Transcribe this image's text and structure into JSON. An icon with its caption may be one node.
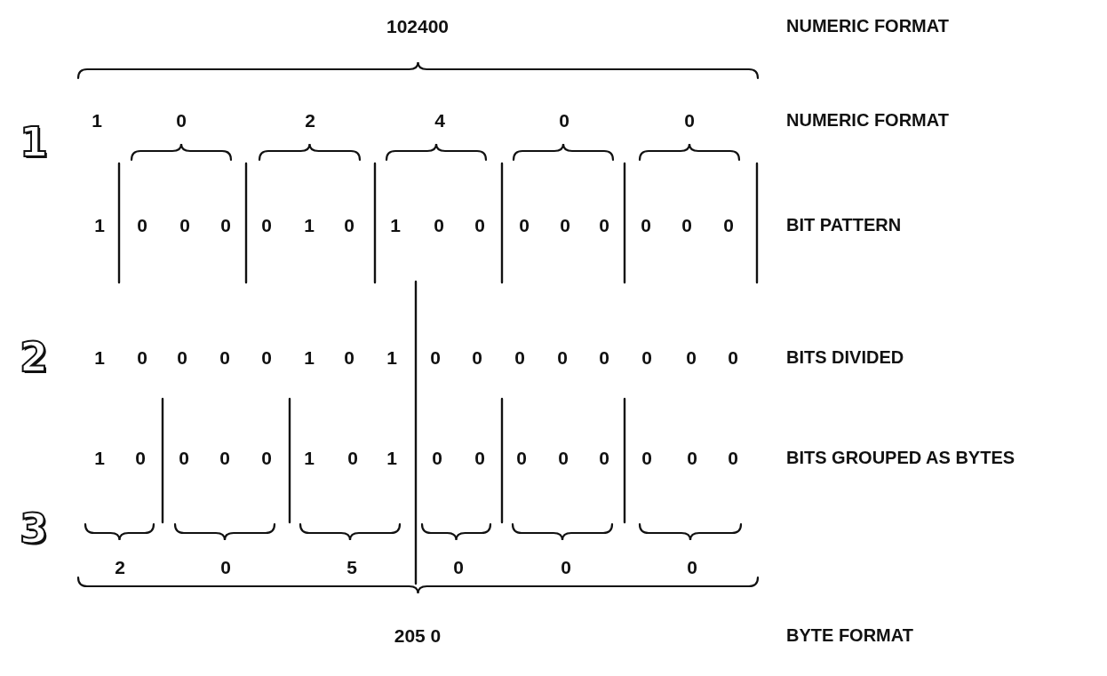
{
  "diagram": {
    "labels": [
      "102400",
      "NUMERIC FORMAT",
      "1",
      "0",
      "2",
      "4",
      "0",
      "0",
      "NUMERIC FORMAT",
      "1",
      "1",
      "0",
      "0",
      "0",
      "0",
      "1",
      "0",
      "1",
      "0",
      "0",
      "0",
      "0",
      "0",
      "0",
      "0",
      "0",
      "BIT PATTERN",
      "2",
      "1",
      "0",
      "0",
      "0",
      "0",
      "1",
      "0",
      "1",
      "0",
      "0",
      "0",
      "0",
      "0",
      "0",
      "0",
      "0",
      "BITS DIVIDED",
      "1",
      "0",
      "0",
      "0",
      "0",
      "1",
      "0",
      "1",
      "0",
      "0",
      "0",
      "0",
      "0",
      "0",
      "0",
      "0",
      "BITS GROUPED AS BYTES",
      "3",
      "2",
      "0",
      "5",
      "0",
      "0",
      "0",
      "205 0",
      "BYTE FORMAT"
    ]
  }
}
